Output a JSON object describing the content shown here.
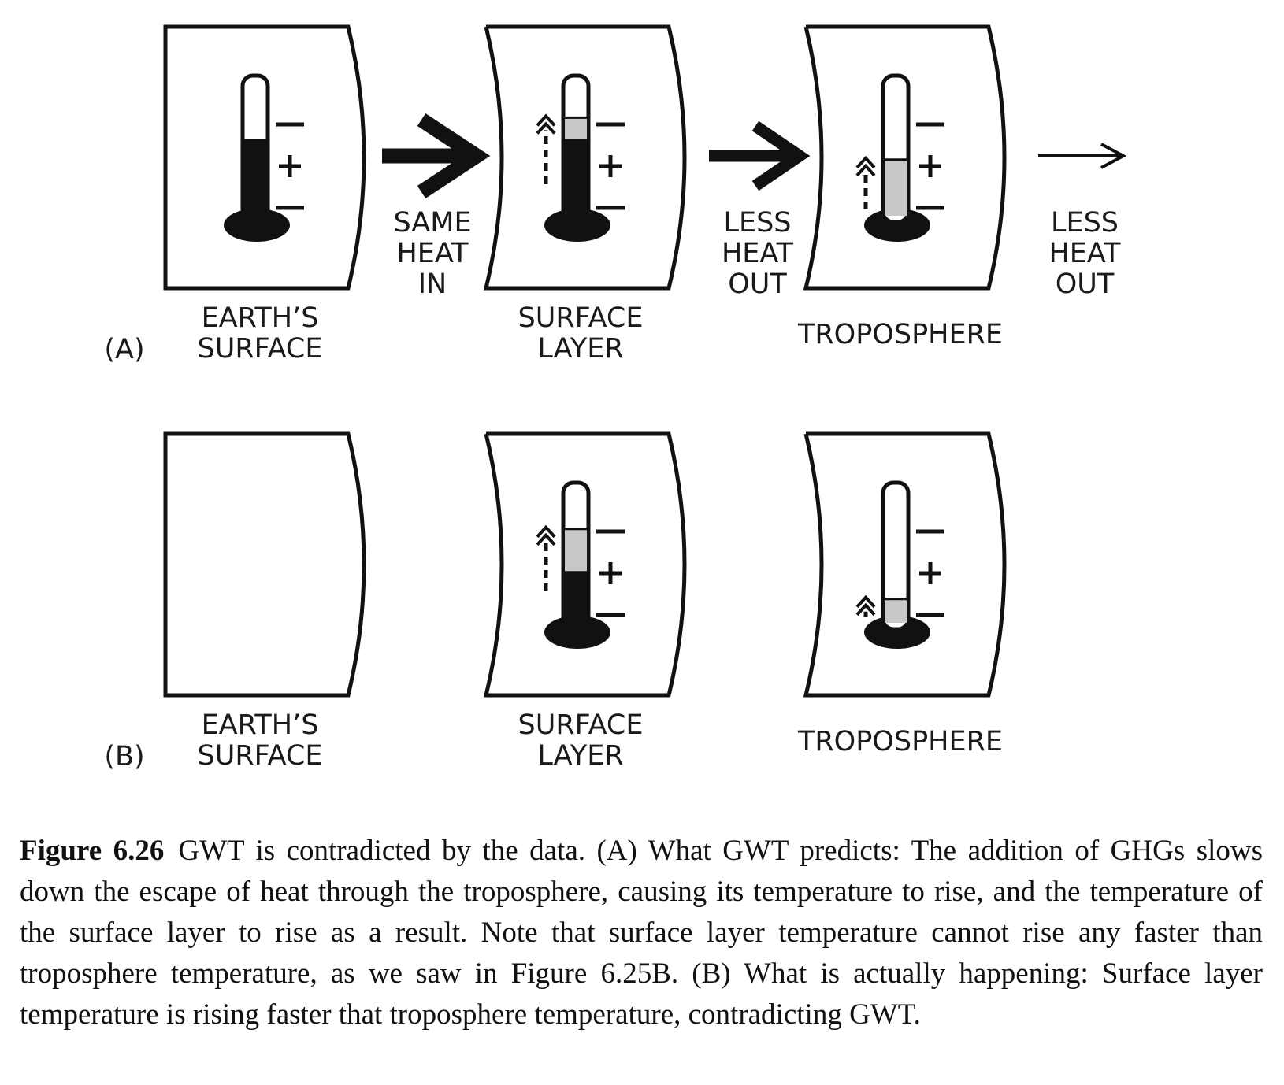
{
  "panel_a": {
    "letter": "(A)",
    "boxes": [
      {
        "label_lines": [
          "EARTH’S",
          "SURFACE"
        ],
        "thermometer": {
          "black_level": 0.55,
          "gray_level": 0,
          "rise_arrow": false
        }
      },
      {
        "label_lines": [
          "SURFACE",
          "LAYER"
        ],
        "thermometer": {
          "black_level": 0.55,
          "gray_level": 0.15,
          "rise_arrow": true
        }
      },
      {
        "label_lines": [
          "TROPOSPHERE"
        ],
        "thermometer": {
          "black_level": 0,
          "gray_level": 0.4,
          "rise_arrow": true
        }
      }
    ],
    "arrows": [
      {
        "label_lines": [
          "SAME",
          "HEAT",
          "IN"
        ],
        "weight": "heavy"
      },
      {
        "label_lines": [
          "LESS",
          "HEAT",
          "OUT"
        ],
        "weight": "medium"
      },
      {
        "label_lines": [
          "LESS",
          "HEAT",
          "OUT"
        ],
        "weight": "thin"
      }
    ]
  },
  "panel_b": {
    "letter": "(B)",
    "boxes": [
      {
        "label_lines": [
          "EARTH’S",
          "SURFACE"
        ],
        "thermometer": null
      },
      {
        "label_lines": [
          "SURFACE",
          "LAYER"
        ],
        "thermometer": {
          "black_level": 0.37,
          "gray_level": 0.3,
          "rise_arrow": true
        }
      },
      {
        "label_lines": [
          "TROPOSPHERE"
        ],
        "thermometer": {
          "black_level": 0,
          "gray_level": 0.17,
          "rise_arrow": true
        }
      }
    ]
  },
  "scale_marks": [
    "—",
    "+",
    "—"
  ],
  "caption": {
    "label": "Figure 6.26",
    "text": "GWT is contradicted by the data. (A) What GWT predicts: The addition of GHGs slows down the escape of heat through the troposphere, causing its temperature to rise, and the temperature of the surface layer to rise as a result. Note that surface layer temperature cannot rise any faster than troposphere temperature, as we saw in Figure 6.25B. (B) What is actually happening: Surface layer temperature is rising faster that troposphere temperature, contradicting GWT."
  }
}
